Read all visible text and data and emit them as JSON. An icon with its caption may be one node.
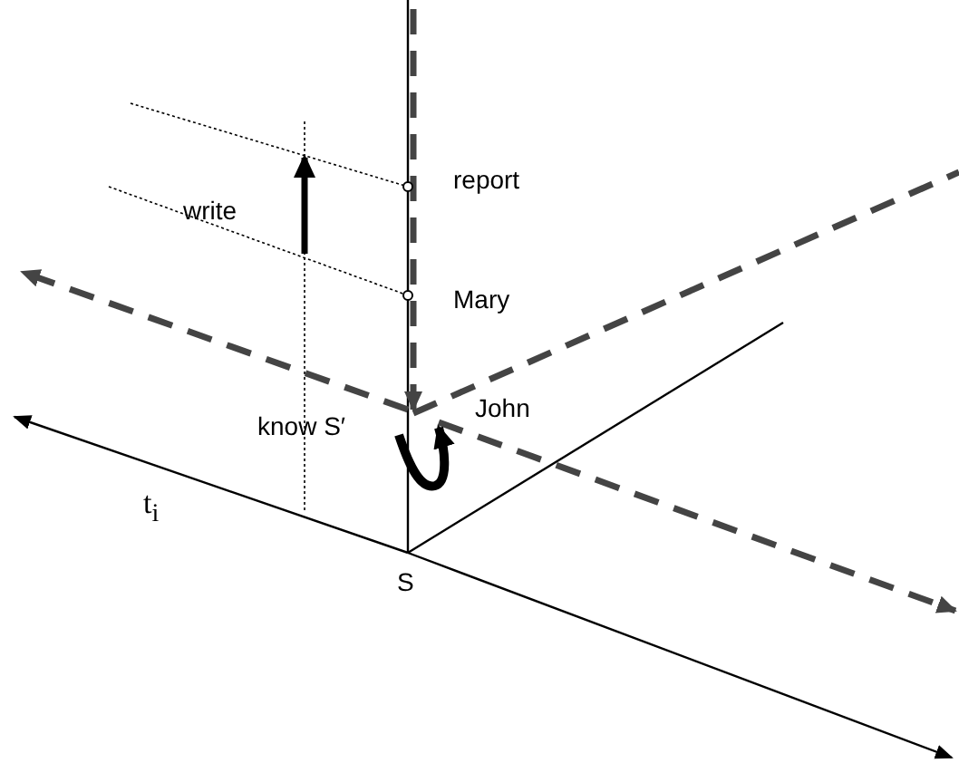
{
  "diagram": {
    "labels": [
      "report",
      "write",
      "Mary",
      "John",
      "know S′",
      "t$_{i}$",
      "S"
    ]
  }
}
